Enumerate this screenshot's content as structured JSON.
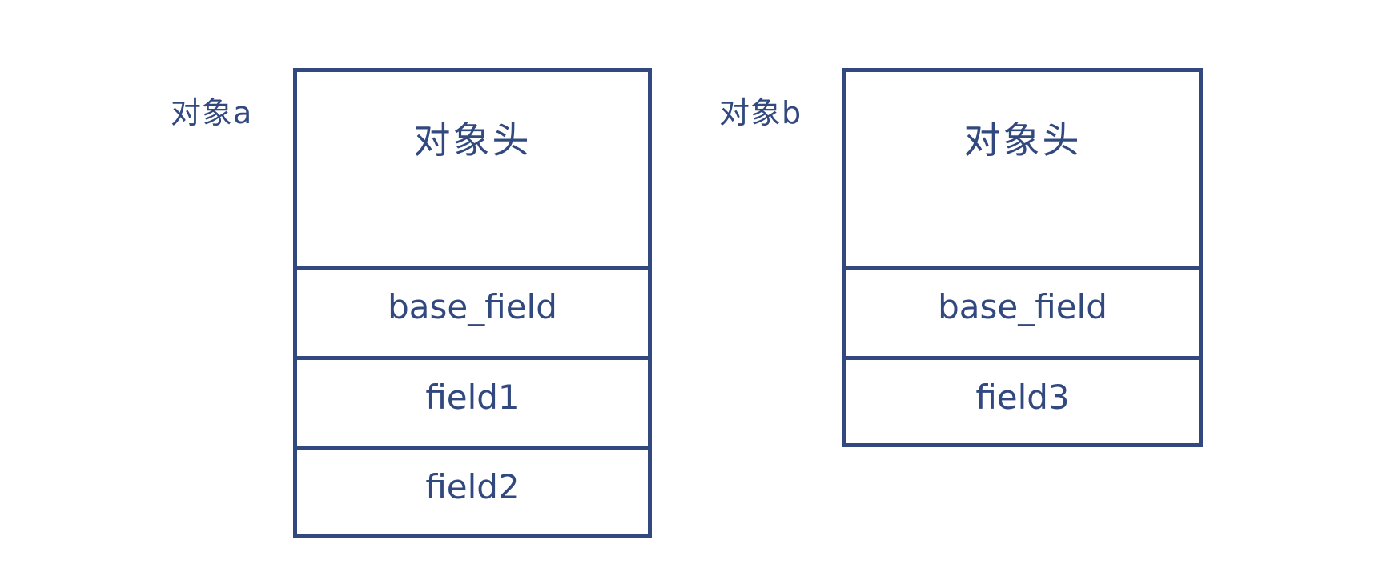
{
  "diagram": {
    "title": "Java object memory layout comparison",
    "ink_color": "#32497f",
    "background_color": "#ffffff",
    "style": "hand-drawn sketch"
  },
  "objects": [
    {
      "tag": "对象a",
      "rows": [
        {
          "label": "对象头",
          "kind": "header"
        },
        {
          "label": "base_field",
          "kind": "field"
        },
        {
          "label": "field1",
          "kind": "field"
        },
        {
          "label": "field2",
          "kind": "field"
        }
      ]
    },
    {
      "tag": "对象b",
      "rows": [
        {
          "label": "对象头",
          "kind": "header"
        },
        {
          "label": "base_field",
          "kind": "field"
        },
        {
          "label": "field3",
          "kind": "field"
        }
      ]
    }
  ]
}
